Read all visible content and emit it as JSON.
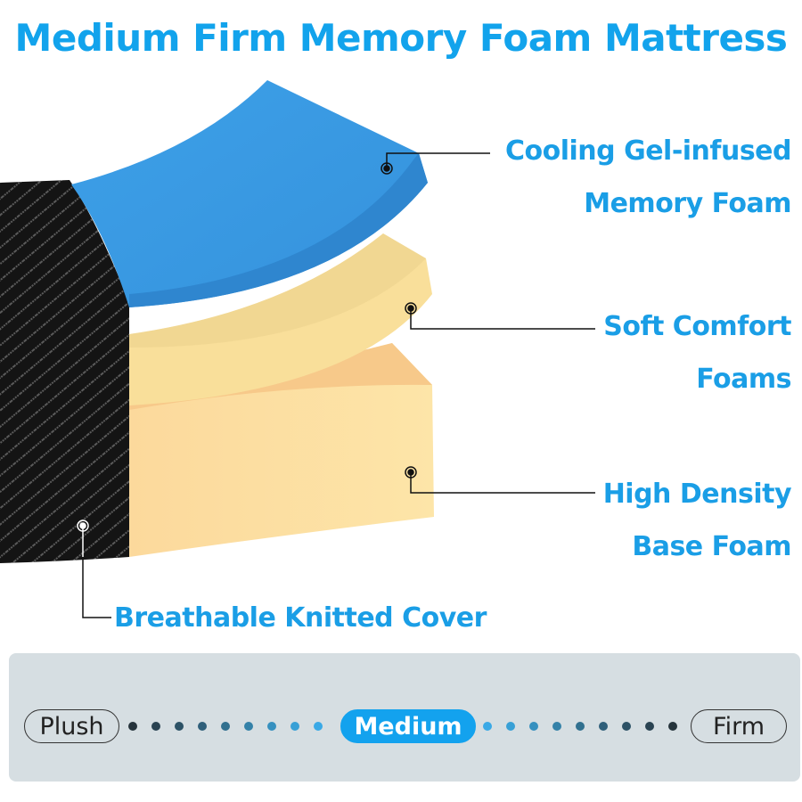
{
  "title": "Medium Firm Memory Foam Mattress",
  "colors": {
    "accent": "#12a3ec",
    "cover": "#141414",
    "cooling_gel_layer": "#3a9be3",
    "comfort_layer": "#f9df9a",
    "base_layer": "#fcdca0",
    "scale_background": "#d6dee2"
  },
  "layers": [
    {
      "id": "cooling-gel",
      "label_line1": "Cooling Gel-infused",
      "label_line2": "Memory Foam"
    },
    {
      "id": "soft-comfort",
      "label_line1": "Soft Comfort",
      "label_line2": "Foams"
    },
    {
      "id": "high-density",
      "label_line1": "High Density",
      "label_line2": "Base Foam"
    },
    {
      "id": "cover",
      "label_line1": "Breathable Knitted Cover"
    }
  ],
  "firmness_scale": {
    "left_label": "Plush",
    "selected_label": "Medium",
    "right_label": "Firm",
    "left_dots": [
      "#26343c",
      "#2a4352",
      "#2d5266",
      "#2f5f7a",
      "#31708f",
      "#3481a8",
      "#3690bf",
      "#38a0d6",
      "#3aa9e6"
    ],
    "right_dots": [
      "#3aa9e6",
      "#38a0d6",
      "#3690bf",
      "#3481a8",
      "#31708f",
      "#2f5f7a",
      "#2d5266",
      "#2a4352",
      "#26343c"
    ]
  }
}
